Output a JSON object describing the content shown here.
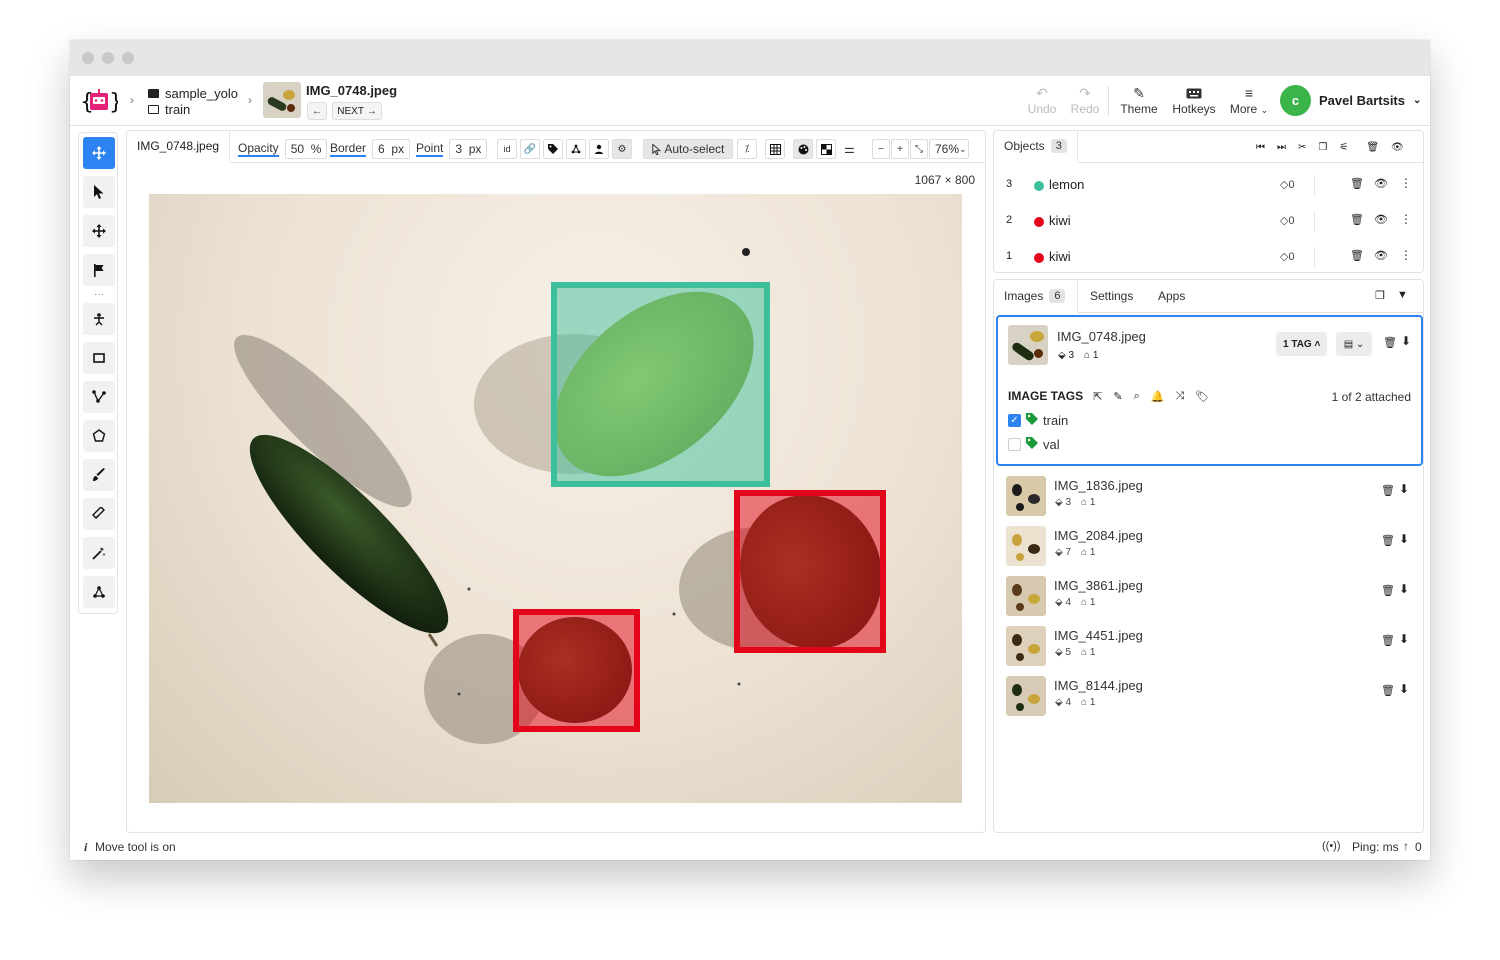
{
  "project": {
    "name": "sample_yolo",
    "folder": "train"
  },
  "image": {
    "name": "IMG_0748.jpeg",
    "next_label": "NEXT",
    "size": "1067 × 800"
  },
  "header": {
    "undo": "Undo",
    "redo": "Redo",
    "theme": "Theme",
    "hotkeys": "Hotkeys",
    "more": "More"
  },
  "user": {
    "initial": "c",
    "name": "Pavel Bartsits",
    "avatar_color": "#3bb54a"
  },
  "toolbar": {
    "tab": "IMG_0748.jpeg",
    "opacity_label": "Opacity",
    "opacity_value": "50",
    "opacity_unit": "%",
    "border_label": "Border",
    "border_value": "6",
    "border_unit": "px",
    "point_label": "Point",
    "point_value": "3",
    "point_unit": "px",
    "id_label": "id",
    "autoselect": "Auto-select",
    "zoom": "76%"
  },
  "objects": {
    "title": "Objects",
    "count": "3",
    "items": [
      {
        "id": "3",
        "label": "lemon",
        "color": "#3dbf9b",
        "tags": "0"
      },
      {
        "id": "2",
        "label": "kiwi",
        "color": "#e3051a",
        "tags": "0"
      },
      {
        "id": "1",
        "label": "kiwi",
        "color": "#e3051a",
        "tags": "0"
      }
    ]
  },
  "images_panel": {
    "tabs": {
      "images": "Images",
      "images_count": "6",
      "settings": "Settings",
      "apps": "Apps"
    },
    "selected": {
      "name": "IMG_0748.jpeg",
      "objects": "3",
      "tags": "1",
      "tag_button": "1 TAG"
    },
    "image_tags": {
      "title": "IMAGE TAGS",
      "attached": "1 of 2 attached",
      "items": [
        {
          "label": "train",
          "checked": true
        },
        {
          "label": "val",
          "checked": false
        }
      ]
    },
    "list": [
      {
        "name": "IMG_1836.jpeg",
        "objects": "3",
        "tags": "1"
      },
      {
        "name": "IMG_2084.jpeg",
        "objects": "7",
        "tags": "1"
      },
      {
        "name": "IMG_3861.jpeg",
        "objects": "4",
        "tags": "1"
      },
      {
        "name": "IMG_4451.jpeg",
        "objects": "5",
        "tags": "1"
      },
      {
        "name": "IMG_8144.jpeg",
        "objects": "4",
        "tags": "1"
      }
    ]
  },
  "status": {
    "message": "Move tool is on",
    "ping": "Ping: ms",
    "uploads": "0"
  },
  "colors": {
    "accent": "#2e83f2",
    "lemon_box": "#3dbf9b",
    "kiwi_box": "#e3051a",
    "tag_green": "#1b9a3a"
  }
}
